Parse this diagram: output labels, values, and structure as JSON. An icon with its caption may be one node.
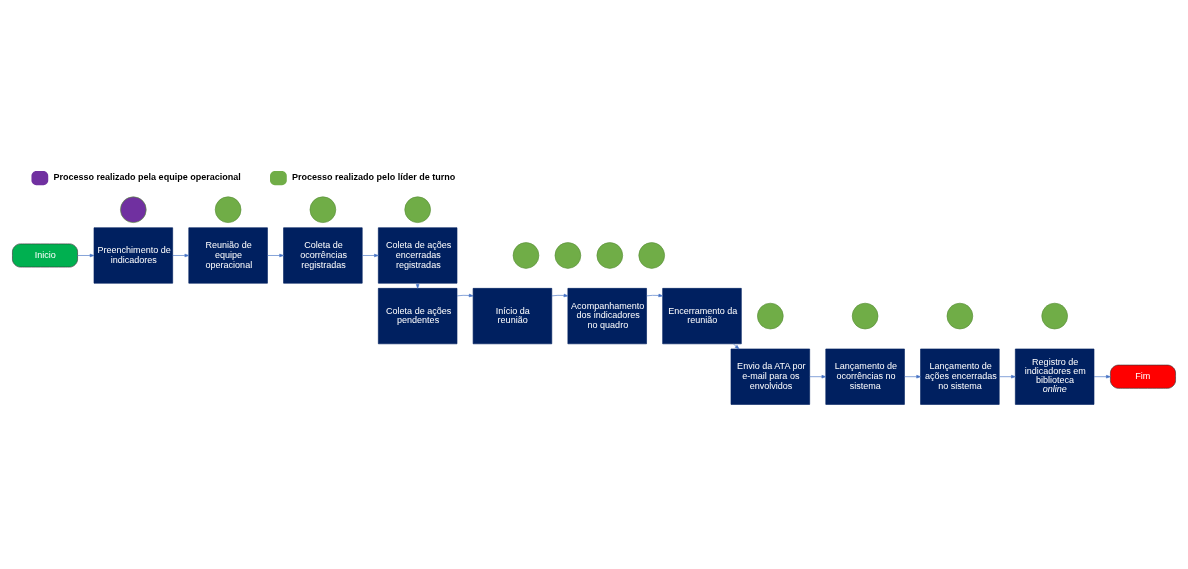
{
  "diagram": {
    "nodes": [
      {
        "text": [
          "Inicio"
        ]
      },
      {
        "text": [],
        "shape": "circle"
      },
      {
        "text": [
          "Preenchimento de indicadores"
        ]
      },
      {
        "text": [],
        "shape": "circle"
      },
      {
        "text": [
          "Reunião de equipe operacional"
        ]
      },
      {
        "text": [],
        "shape": "circle"
      },
      {
        "text": [
          "Coleta de ocorrências registradas"
        ]
      },
      {
        "text": [],
        "shape": "circle"
      },
      {
        "text": [
          "Coleta de ações encerradas registradas"
        ]
      },
      {
        "text": [],
        "shape": "circle"
      },
      {
        "text": [
          "Encerramento da reunião"
        ]
      },
      {
        "text": [],
        "shape": "circle"
      },
      {
        "text": [
          "Acompanhamento dos indicadores no quadro"
        ]
      },
      {
        "text": [],
        "shape": "circle"
      },
      {
        "text": [
          "Início da reunião"
        ]
      },
      {
        "text": [],
        "shape": "circle"
      },
      {
        "text": [
          "Coleta de ações pendentes"
        ]
      },
      {
        "text": [],
        "shape": "circle"
      },
      {
        "text": [
          "Envio da ATA por e-mail para os envolvidos"
        ]
      },
      {
        "text": [],
        "shape": "circle"
      },
      {
        "text": [
          "Lançamento de ocorrências no sistema"
        ]
      },
      {
        "text": [],
        "shape": "circle"
      },
      {
        "text": [
          "Lançamento de ações encerradas no sistema"
        ]
      },
      {
        "text": [],
        "shape": "circle"
      },
      {
        "text": [
          "Registro de indicadores em biblioteca *online*"
        ]
      },
      {
        "text": [
          "Fim"
        ]
      }
    ],
    "edges": [
      {
        "from": 0,
        "to": 2,
        "arrow": "to"
      },
      {
        "from": 2,
        "to": 4,
        "arrow": "to"
      },
      {
        "from": 4,
        "to": 6,
        "arrow": "to"
      },
      {
        "from": 6,
        "to": 8,
        "arrow": "to"
      },
      {
        "from": 8,
        "to": 16,
        "arrow": "to"
      },
      {
        "from": 16,
        "to": 14,
        "arrow": "to"
      },
      {
        "from": 14,
        "to": 12,
        "arrow": "to"
      },
      {
        "from": 12,
        "to": 10,
        "arrow": "to"
      },
      {
        "from": 10,
        "to": 18,
        "arrow": "to"
      },
      {
        "from": 18,
        "to": 20,
        "arrow": "to"
      },
      {
        "from": 20,
        "to": 22,
        "arrow": "to"
      },
      {
        "from": 22,
        "to": 24,
        "arrow": "to"
      },
      {
        "from": 24,
        "to": 25,
        "arrow": "to"
      }
    ],
    "legend": [
      {
        "text": "Processo realizado pela equipe operacional",
        "color": "#7030a0"
      },
      {
        "text": "Processo realizado pelo líder de turno",
        "color": "#70ad47"
      }
    ]
  }
}
